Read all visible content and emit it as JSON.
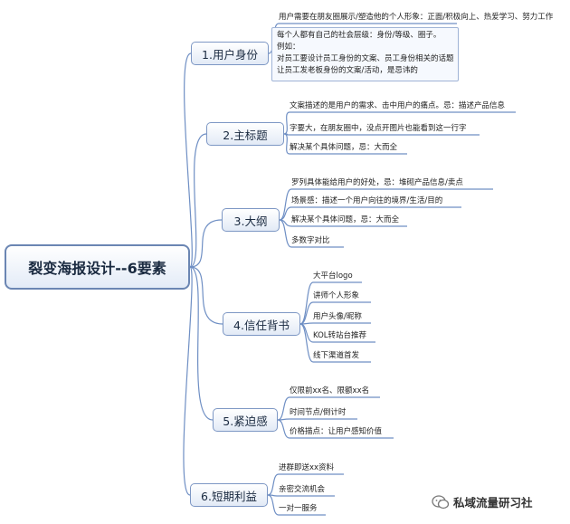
{
  "root": "裂变海报设计--6要素",
  "branches": [
    {
      "label": "1.用户身份",
      "leaves": [
        "用户需要在朋友圈展示/塑造他的个人形象：正面/积极向上、热爱学习、努力工作",
        "每个人都有自己的社会层级：身份/等级、圈子。",
        "例如：",
        "对员工要设计员工身份的文案、员工身份相关的话题",
        "让员工发老板身份的文案/活动，是忌讳的"
      ]
    },
    {
      "label": "2.主标题",
      "leaves": [
        "文案描述的是用户的需求、击中用户的痛点。忌：描述产品信息",
        "字要大，在朋友圈中，没点开图片也能看到这一行字",
        "解决某个具体问题，忌：大而全"
      ]
    },
    {
      "label": "3.大纲",
      "leaves": [
        "罗列具体能给用户的好处，忌：堆砌产品信息/卖点",
        "场景感：描述一个用户向往的境界/生活/目的",
        "解决某个具体问题，忌：大而全",
        "多数字对比"
      ]
    },
    {
      "label": "4.信任背书",
      "leaves": [
        "大平台logo",
        "讲师个人形象",
        "用户头像/昵称",
        "KOL转站台推荐",
        "线下渠道首发"
      ]
    },
    {
      "label": "5.紧迫感",
      "leaves": [
        "仅限前xx名、限额xx名",
        "时间节点/倒计时",
        "价格描点：让用户感知价值"
      ]
    },
    {
      "label": "6.短期利益",
      "leaves": [
        "进群即送xx资料",
        "亲密交流机会",
        "一对一服务"
      ]
    }
  ],
  "watermark": "私域流量研习社",
  "icons": {
    "watermark": "wechat-icon"
  },
  "colors": {
    "line": "#6f8fc4",
    "node_border": "#7d97c4",
    "root_border": "#6b86b3"
  }
}
